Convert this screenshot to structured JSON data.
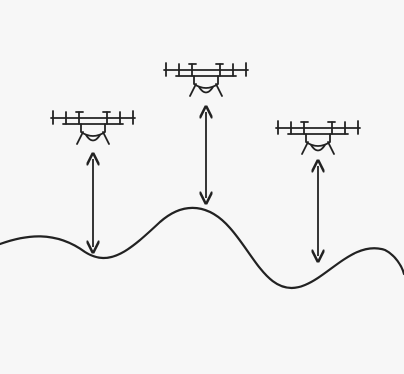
{
  "diagram": {
    "elements": [
      {
        "kind": "drone",
        "icon": "drone-icon"
      },
      {
        "kind": "drone",
        "icon": "drone-icon"
      },
      {
        "kind": "drone",
        "icon": "drone-icon"
      },
      {
        "kind": "double-arrow",
        "icon": "double-arrow-icon"
      },
      {
        "kind": "terrain",
        "icon": "terrain-curve"
      }
    ],
    "colors": {
      "stroke": "#222222",
      "background": "#f7f7f7"
    }
  }
}
